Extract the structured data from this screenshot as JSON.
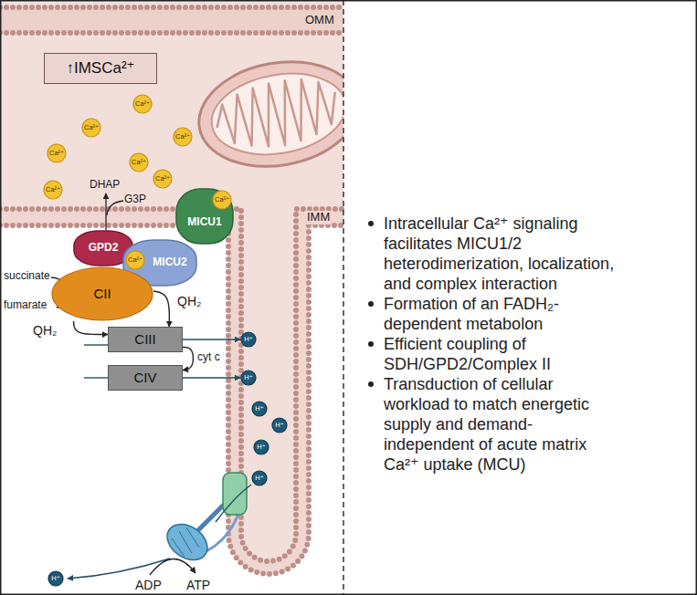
{
  "diagram": {
    "nodes": [
      {
        "text": [
          "↑IMSCa²⁺"
        ]
      },
      {
        "text": [
          "Ca²⁺"
        ]
      },
      {
        "text": [
          "Ca²⁺"
        ]
      },
      {
        "text": [
          "Ca²⁺"
        ]
      },
      {
        "text": [
          "Ca²⁺"
        ]
      },
      {
        "text": [
          "Ca²⁺"
        ]
      },
      {
        "text": [
          "Ca²⁺"
        ]
      },
      {
        "text": [
          "Ca²⁺"
        ]
      },
      {
        "text": [
          "GPD2"
        ]
      },
      {
        "text": [
          "MICU1"
        ]
      },
      {
        "text": [
          "Ca²⁺"
        ],
        "in": 9
      },
      {
        "text": [
          "MICU2"
        ]
      },
      {
        "text": [
          "Ca²⁺"
        ],
        "in": 11
      },
      {
        "text": [
          "CII"
        ]
      },
      {
        "text": [
          "CIII"
        ]
      },
      {
        "text": [
          "H⁺"
        ]
      },
      {
        "text": [
          "CIV"
        ]
      },
      {
        "text": [
          "H⁺"
        ]
      },
      {
        "text": [
          "H⁺"
        ]
      },
      {
        "text": [
          "H⁺"
        ]
      },
      {
        "text": [
          "H⁺"
        ]
      },
      {
        "text": [
          "H⁺"
        ]
      },
      {
        "text": [
          "H⁺"
        ]
      }
    ],
    "edges": [
      {
        "from": 13,
        "to": 14,
        "label": "QH₂",
        "arrow": "to"
      },
      {
        "from": 13,
        "to": 14,
        "label": "QH₂",
        "arrow": "to"
      },
      {
        "from": 14,
        "to": 16,
        "label": "cyt c",
        "arrow": "to"
      },
      {
        "from": 14,
        "to": 15,
        "arrow": "to"
      },
      {
        "from": 16,
        "to": 17,
        "arrow": "to"
      }
    ],
    "labels": [
      "OMM",
      "IMM",
      "succinate",
      "fumarate",
      "DHAP",
      "G3P",
      "ADP",
      "ATP",
      "Intracellular Ca²⁺ signaling facilitates MICU1/2 heterodimerization, localization, and complex interaction",
      "Formation of an FADH₂-dependent metabolon",
      "Efficient coupling of SDH/GPD2/Complex II",
      "Transduction of cellular workload to match energetic supply and demand-independent of acute matrix Ca²⁺ uptake (MCU)"
    ]
  }
}
